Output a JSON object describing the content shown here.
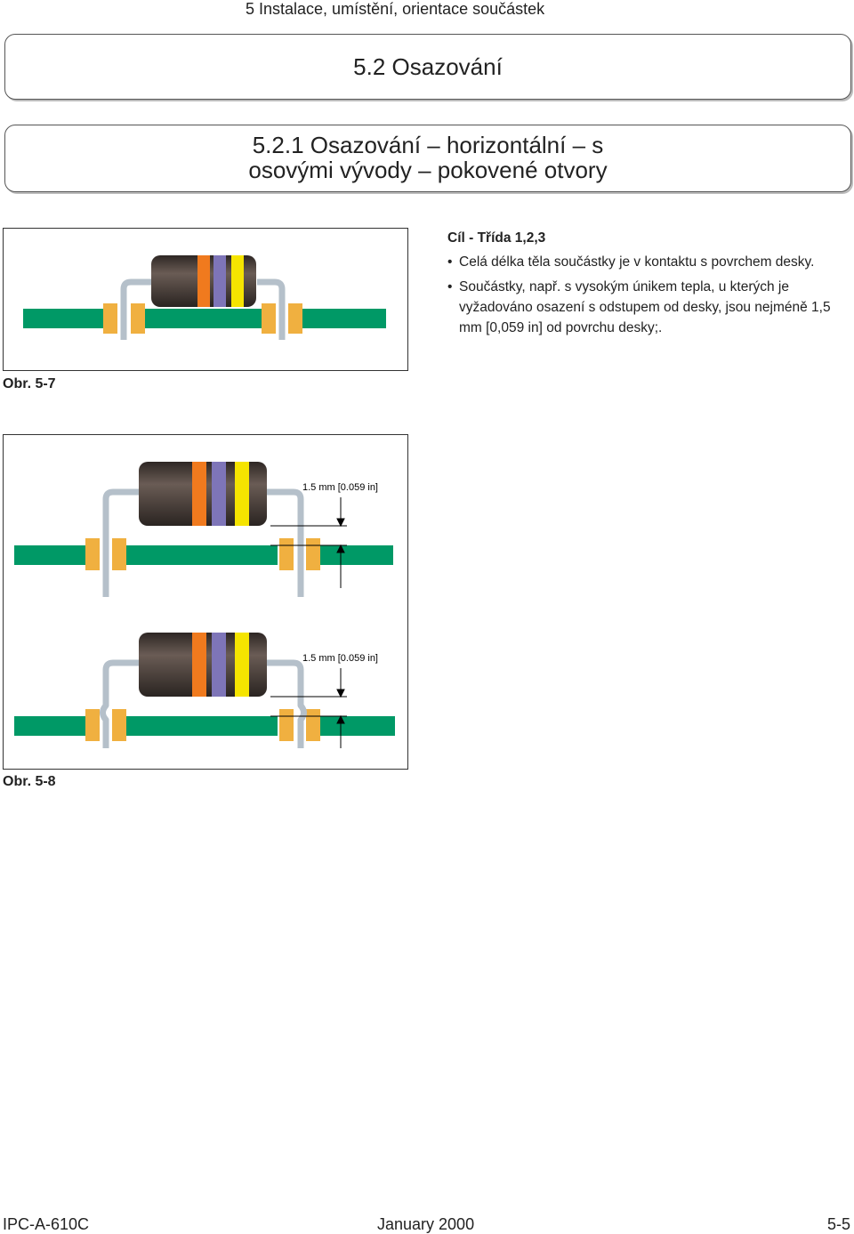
{
  "header": {
    "chapter": "5  Instalace, umístění, orientace součástek"
  },
  "section": {
    "title": "5.2  Osazování"
  },
  "subsection": {
    "line1": "5.2.1  Osazování – horizontální – s",
    "line2": "osovými vývody – pokovené otvory"
  },
  "criteria": {
    "heading": "Cíl - Třída 1,2,3",
    "items": [
      "Celá délka těla součástky je v kontaktu s povrchem desky.",
      "Součástky, např. s vysokým únikem tepla, u kterých je vyžadováno osazení s odstupem od desky, jsou nejméně 1,5 mm [0,059 in] od povrchu desky;."
    ]
  },
  "figures": {
    "fig1": {
      "caption": "Obr. 5-7"
    },
    "fig2": {
      "caption": "Obr. 5-8",
      "dim_top": "1.5 mm [0.059 in]",
      "dim_bottom": "1.5 mm [0.059 in]"
    }
  },
  "colors": {
    "board": "#009966",
    "pad": "#f0b040",
    "body": "#4a3f3a",
    "band_orange": "#f07a1e",
    "band_violet": "#7e75b8",
    "band_yellow": "#f5e400",
    "lead": "#c9d3dc"
  },
  "footer": {
    "left": "IPC-A-610C",
    "center": "January 2000",
    "right": "5-5"
  }
}
